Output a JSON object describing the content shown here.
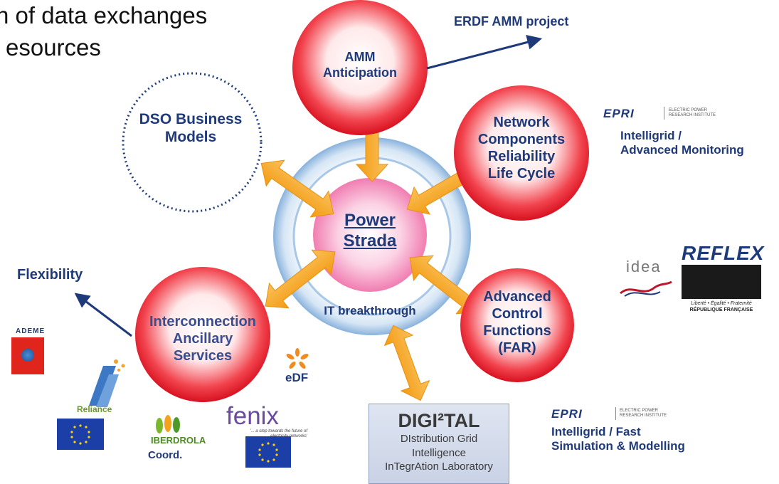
{
  "header": {
    "line1": "n of data exchanges",
    "line2": "esources"
  },
  "center": {
    "title_line1": "Power",
    "title_line2": "Strada",
    "caption": "IT breakthrough"
  },
  "nodes": {
    "amm": [
      "AMM",
      "Anticipation"
    ],
    "dso": [
      "DSO Business",
      "Models"
    ],
    "network": [
      "Network",
      "Components",
      "Reliability",
      "Life Cycle"
    ],
    "control": [
      "Advanced",
      "Control",
      "Functions",
      "(FAR)"
    ],
    "interconnection": [
      "Interconnection",
      "Ancillary",
      "Services"
    ]
  },
  "side_labels": {
    "erdf": "ERDF AMM project",
    "flexibility": "Flexibility",
    "intelligrid_monitoring": [
      "Intelligrid /",
      "Advanced Monitoring"
    ],
    "intelligrid_simulation": [
      "Intelligrid / Fast",
      "Simulation & Modelling"
    ]
  },
  "logos": {
    "epri_name": "EPRI",
    "epri_sub": [
      "ELECTRIC POWER",
      "RESEARCH INSTITUTE"
    ],
    "ademe": "ADEME",
    "reliance": "Reliance",
    "iberdrola": "IBERDROLA",
    "coord": "Coord.",
    "fenix": "fenix",
    "fenix_tagline": [
      "'... a step towards the future of",
      "electricity networks'"
    ],
    "edf": "eDF",
    "idea": "idea",
    "reflex": "REFLEX",
    "republique": [
      "Liberté • Égalité • Fraternité",
      "RÉPUBLIQUE FRANÇAISE"
    ]
  },
  "digital_box": {
    "title": "DIGI²TAL",
    "lines": [
      "DIstribution Grid",
      "Intelligence",
      "InTegrAtion Laboratory"
    ]
  },
  "colors": {
    "label_navy": "#1f3a7a",
    "bubble_red": "#e8172b",
    "arrow_orange": "#f7a520",
    "ring_blue": "#9fc3e6",
    "center_pink": "#f07fb0"
  }
}
